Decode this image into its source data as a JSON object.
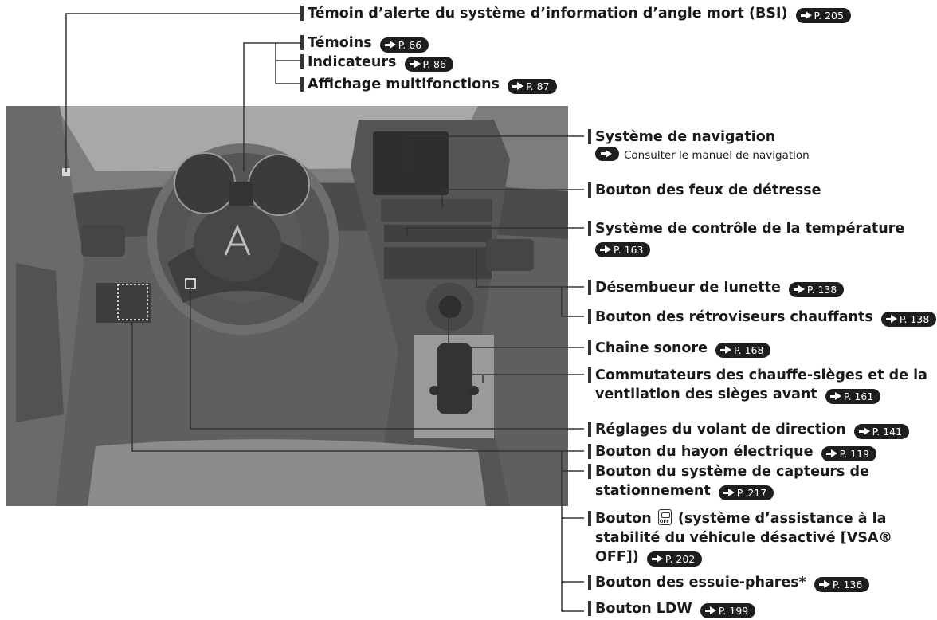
{
  "callouts": {
    "bsi": {
      "text": "Témoin d’alerte du système d’information d’angle mort (BSI)",
      "ref": "P. 205"
    },
    "temoins": {
      "text": "Témoins",
      "ref": "P. 66"
    },
    "indicateurs": {
      "text": "Indicateurs",
      "ref": "P. 86"
    },
    "affichage": {
      "text": "Affichage multifonctions",
      "ref": "P. 87"
    },
    "navigation": {
      "text": "Système de navigation",
      "sub": "Consulter le manuel de navigation"
    },
    "detresse": {
      "text": "Bouton des feux de détresse"
    },
    "temperature": {
      "text": "Système de contrôle de la température",
      "ref": "P. 163"
    },
    "desembueur": {
      "text": "Désembueur de lunette",
      "ref": "P. 138"
    },
    "retroviseurs": {
      "text": "Bouton des rétroviseurs chauffants",
      "ref": "P. 138"
    },
    "chaine": {
      "text": "Chaîne sonore",
      "ref": "P. 168"
    },
    "sieges": {
      "text": "Commutateurs des chauffe-sièges et de la ventilation des sièges avant",
      "ref": "P. 161"
    },
    "volant": {
      "text": "Réglages du volant de direction",
      "ref": "P. 141"
    },
    "hayon": {
      "text": "Bouton du hayon électrique",
      "ref": "P. 119"
    },
    "capteurs": {
      "text": "Bouton du système de capteurs de stationnement",
      "ref": "P. 217"
    },
    "vsa": {
      "text_before": "Bouton",
      "text_after": "(système d’assistance à la stabilité du véhicule désactivé [VSA® OFF])",
      "ref": "P. 202"
    },
    "essuie": {
      "text": "Bouton des essuie-phares*",
      "ref": "P. 136"
    },
    "ldw": {
      "text": "Bouton LDW",
      "ref": "P. 199"
    }
  },
  "colors": {
    "line": "#333333",
    "pill": "#1e1e1e",
    "photo_bg": "#5f5f5f"
  }
}
